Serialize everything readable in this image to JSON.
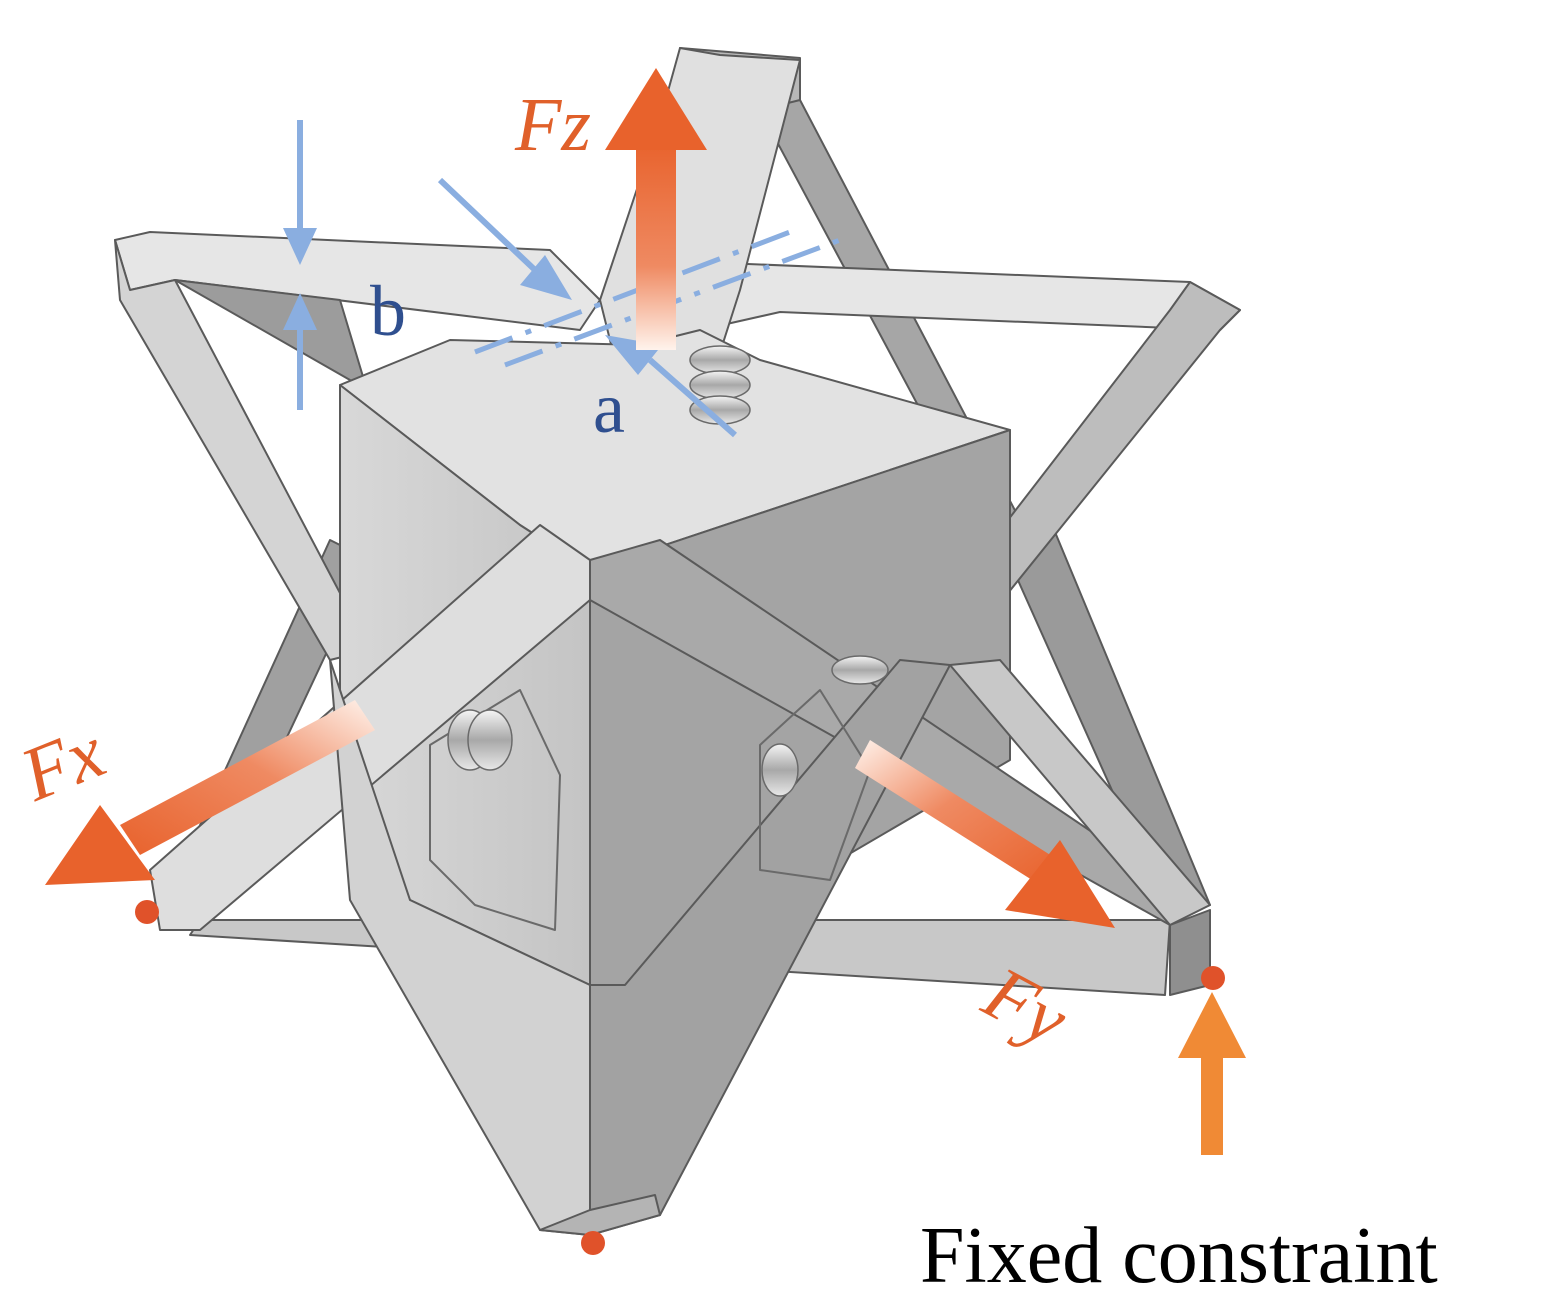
{
  "labels": {
    "fz": "Fz",
    "fx": "Fx",
    "fy": "Fy",
    "dim_a": "a",
    "dim_b": "b",
    "fixed_constraint": "Fixed constraint"
  },
  "colors": {
    "background": "#ffffff",
    "frame_light": "#dcdcdc",
    "frame_top": "#e6e6e6",
    "frame_dark": "#9a9a9a",
    "frame_mid": "#bdbdbd",
    "frame_edge": "#5a5a5a",
    "force_arrow": "#e8622c",
    "force_text": "#e0602a",
    "dimension": "#8aaee0",
    "dimension_text": "#2f4f8f",
    "constraint_arrow": "#f08a35",
    "constraint_point": "#e0522a",
    "caption_text": "#000000"
  },
  "icons": {
    "fz_arrow": "arrow-up-icon",
    "fx_arrow": "arrow-down-left-icon",
    "fy_arrow": "arrow-down-right-icon",
    "constraint_arrow": "arrow-up-icon"
  }
}
